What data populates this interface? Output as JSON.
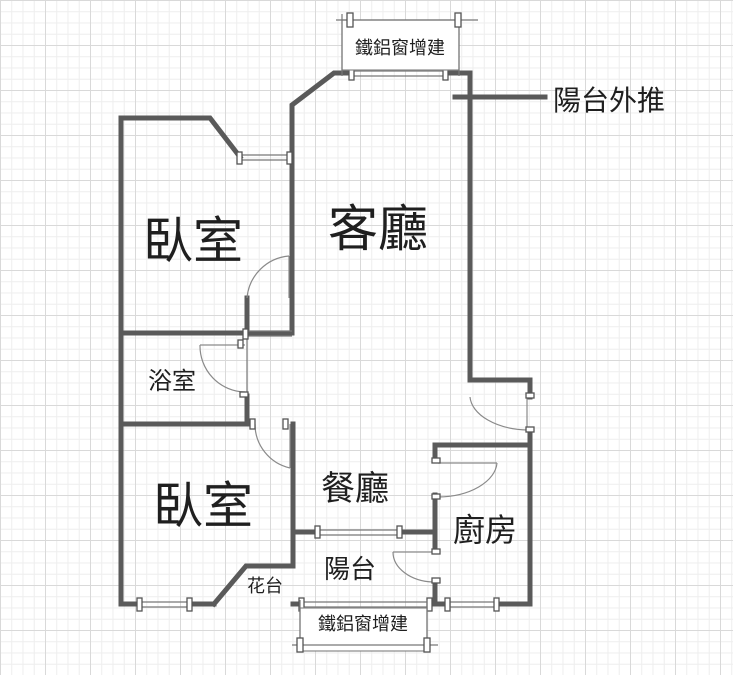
{
  "rooms": {
    "bedroom_top": "臥室",
    "living_room": "客廳",
    "bathroom": "浴室",
    "bedroom_bottom": "臥室",
    "dining_room": "餐廳",
    "kitchen": "廚房",
    "balcony": "陽台",
    "planter": "花台"
  },
  "annotations": {
    "window_top": "鐵鋁窗增建",
    "window_bottom": "鐵鋁窗增建",
    "balcony_extension": "陽台外推"
  }
}
